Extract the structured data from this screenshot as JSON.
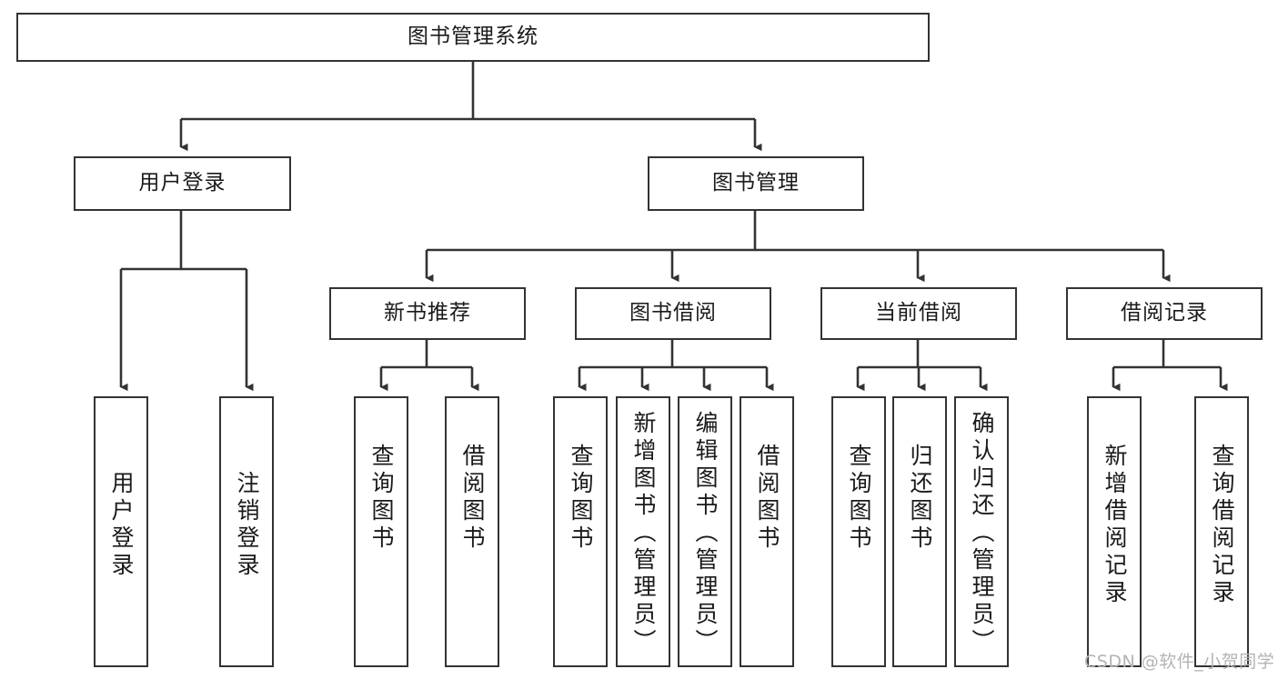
{
  "diagram": {
    "type": "tree-hierarchy",
    "title": "图书管理系统",
    "orientation": "top-down",
    "colors": {
      "box_border": "#333333",
      "box_fill": "#ffffff",
      "connector": "#333333",
      "text": "#1a1a1a",
      "watermark": "#b3b3b3"
    },
    "root": {
      "label": "图书管理系统"
    },
    "level2": [
      {
        "label": "用户登录"
      },
      {
        "label": "图书管理"
      }
    ],
    "level3": [
      {
        "label": "新书推荐"
      },
      {
        "label": "图书借阅"
      },
      {
        "label": "当前借阅"
      },
      {
        "label": "借阅记录"
      }
    ],
    "leaves": {
      "user_login": [
        {
          "label": "用户登录"
        },
        {
          "label": "注销登录"
        }
      ],
      "new_book_recommend": [
        {
          "label": "查询图书"
        },
        {
          "label": "借阅图书"
        }
      ],
      "book_borrow": [
        {
          "label": "查询图书"
        },
        {
          "label": "新增图书（管理员）"
        },
        {
          "label": "编辑图书（管理员）"
        },
        {
          "label": "借阅图书"
        }
      ],
      "current_borrow": [
        {
          "label": "查询图书"
        },
        {
          "label": "归还图书"
        },
        {
          "label": "确认归还（管理员）"
        }
      ],
      "borrow_record": [
        {
          "label": "新增借阅记录"
        },
        {
          "label": "查询借阅记录"
        }
      ]
    }
  },
  "watermark": {
    "text": "CSDN @软件_小贺同学"
  }
}
